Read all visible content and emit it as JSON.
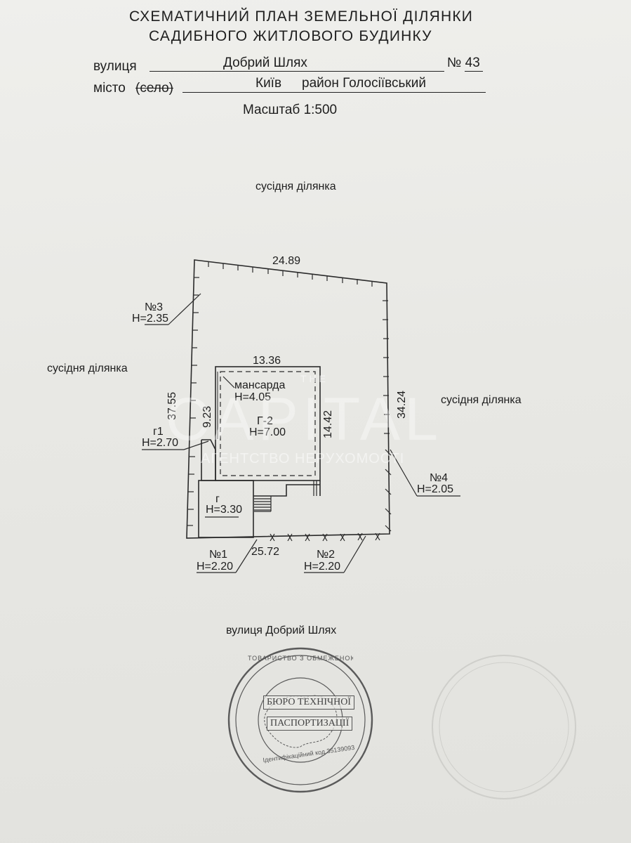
{
  "header": {
    "title_line1": "СХЕМАТИЧНИЙ ПЛАН ЗЕМЕЛЬНОЇ ДІЛЯНКИ",
    "title_line2": "САДИБНОГО   ЖИТЛОВОГО БУДИНКУ",
    "street_label": "вулиця",
    "street_value": "Добрий Шлях",
    "number_label": "№ 43",
    "city_label": "місто",
    "village_struck": "(село)",
    "city_value": "Київ",
    "district_value": "район Голосіївський",
    "scale": "Масштаб 1:500"
  },
  "plan": {
    "neighbor_top": "сусідня ділянка",
    "neighbor_left": "сусідня ділянка",
    "neighbor_right": "сусідня ділянка",
    "street_bottom": "вулиця Добрий Шлях",
    "dim_top": "24.89",
    "dim_left": "37.55",
    "dim_right": "34.24",
    "dim_bottom": "25.72",
    "house_width": "13.36",
    "house_depth": "14.42",
    "inner_dim": "9.23",
    "attic_label": "мансарда",
    "attic_height": "Н=4.05",
    "house_code": "Г-2",
    "house_height": "Н=7.00",
    "g1_code": "г1",
    "g1_height": "Н=2.70",
    "g_code": "г",
    "g_height": "Н=3.30",
    "fence1_no": "№1",
    "fence1_h": "Н=2.20",
    "fence2_no": "№2",
    "fence2_h": "Н=2.20",
    "fence3_no": "№3",
    "fence3_h": "Н=2.35",
    "fence4_no": "№4",
    "fence4_h": "Н=2.05"
  },
  "stamp": {
    "ring_text": "ТОВАРИСТВО З ОБМЕЖЕНОЮ ВІДПОВІДАЛЬНІСТЮ • УКРАЇНА • м.КИЇВ •",
    "center_line1": "БЮРО ТЕХНІЧНОЇ",
    "center_line2": "ПАСПОРТИЗАЦІЇ",
    "code_text": "Ідентифікаційний код 35139093"
  },
  "watermark": {
    "small": "THE",
    "brand": "CAPITAL",
    "tagline": "АГЕНТСТВО НЕРУХОМОСТІ"
  }
}
